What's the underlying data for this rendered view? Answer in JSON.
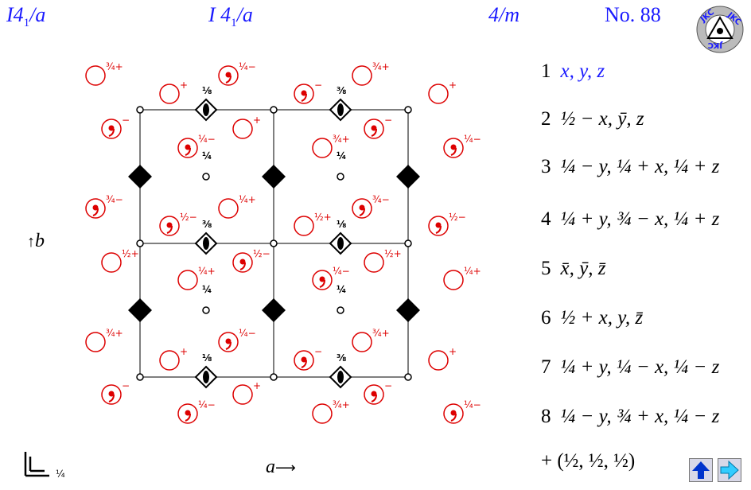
{
  "header": {
    "short_symbol_main": "I4",
    "short_symbol_sub": "1",
    "short_symbol_tail": "/a",
    "full_symbol_main": "I 4",
    "full_symbol_sub": "1",
    "full_symbol_tail": "/a",
    "point_group": "4/m",
    "number": "No. 88"
  },
  "axes": {
    "b": "b",
    "a": "a"
  },
  "operations": [
    {
      "num": "1",
      "expr": "x, y, z"
    },
    {
      "num": "2",
      "expr": "½ − x, ȳ, z"
    },
    {
      "num": "3",
      "expr": "¼ − y, ¼ + x, ¼ + z"
    },
    {
      "num": "4",
      "expr": "¼ + y, ¾ − x, ¼ + z"
    },
    {
      "num": "5",
      "expr": "x̄, ȳ, z̄"
    },
    {
      "num": "6",
      "expr": "½ + x, y, z̄"
    },
    {
      "num": "7",
      "expr": "¼ + y, ¼ − x, ¼ − z"
    },
    {
      "num": "8",
      "expr": "¼ − y, ¾ + x, ¼ − z"
    }
  ],
  "centering": "+ (½, ½, ½)",
  "colors": {
    "title": "#1a1aff",
    "positions": "#dd0000",
    "symmetry": "#000000"
  },
  "icons": {
    "logo": "jkc-logo-icon",
    "nav_up": "arrow-up-icon",
    "nav_right": "arrow-right-icon"
  },
  "frac_labels": {
    "quarter": "¼",
    "three_quarter": "¾",
    "half": "½",
    "eighth": "⅛",
    "three_eighth": "⅜"
  }
}
